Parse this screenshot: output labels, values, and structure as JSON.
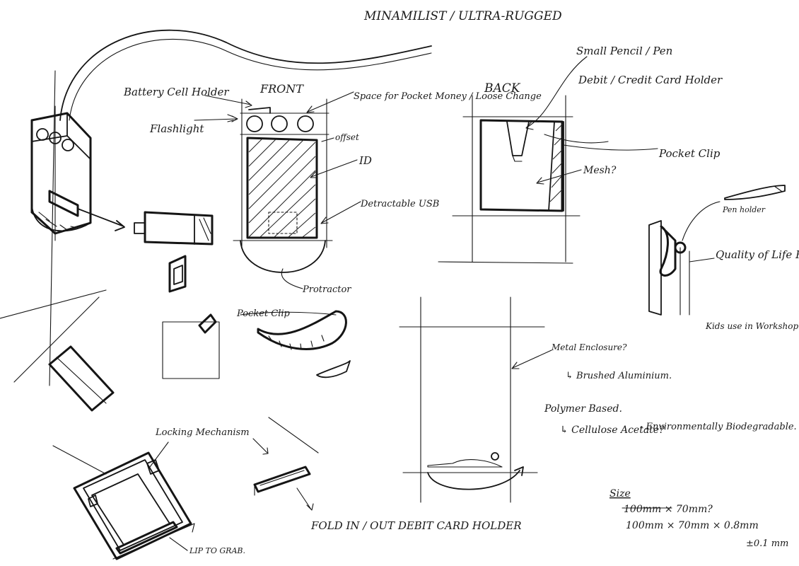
{
  "sheet": {
    "title": "MINAMILIST / ULTRA-RUGGED"
  },
  "front": {
    "heading": "FRONT",
    "battery": "Battery Cell Holder",
    "flashlight": "Flashlight",
    "space": "Space for Pocket Money / Loose Change",
    "offset": "offset",
    "id": "ID",
    "usb": "Detractable USB",
    "protractor": "Protractor",
    "pocket_clip": "Pocket Clip"
  },
  "back": {
    "heading": "BACK",
    "pen": "Small Pencil / Pen",
    "card_holder": "Debit / Credit Card Holder",
    "pocket_clip": "Pocket Clip",
    "mesh": "Mesh?"
  },
  "side": {
    "pen_holder": "Pen holder",
    "quality": "Quality of Life Feature.",
    "kids": "Kids use in Workshop."
  },
  "materials": {
    "metal": "Metal Enclosure?",
    "brushed": "↳ Brushed Aluminium.",
    "polymer": "Polymer Based.",
    "cellulose": "↳ Cellulose Acetate?",
    "env": "- Environmentally Biodegradable."
  },
  "bottom": {
    "locking": "Locking Mechanism",
    "lip": "LIP TO GRAB.",
    "fold": "FOLD IN / OUT DEBIT CARD HOLDER"
  },
  "size": {
    "label": "Size",
    "line1": "100mm × 70mm?",
    "line2": "100mm × 70mm × 0.8mm",
    "tol": "±0.1 mm"
  }
}
